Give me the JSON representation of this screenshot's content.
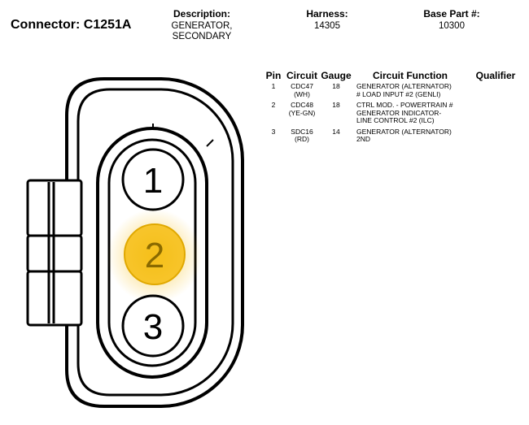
{
  "connector": {
    "title": "Connector: C1251A"
  },
  "header": {
    "description_label": "Description:",
    "description_line1": "GENERATOR,",
    "description_line2": "SECONDARY",
    "harness_label": "Harness:",
    "harness_value": "14305",
    "base_part_label": "Base Part #:",
    "base_part_value": "10300"
  },
  "table": {
    "columns": [
      "Pin",
      "Circuit",
      "Gauge",
      "Circuit Function",
      "Qualifier"
    ],
    "rows": [
      {
        "pin": "1",
        "circuit_code": "CDC47",
        "circuit_color": "(WH)",
        "gauge": "18",
        "function_line1": "GENERATOR (ALTERNATOR)",
        "function_line2": "# LOAD INPUT #2 (GENLI)",
        "qualifier": ""
      },
      {
        "pin": "2",
        "circuit_code": "CDC48",
        "circuit_color": "(YE-GN)",
        "gauge": "18",
        "function_line1": "CTRL MOD. - POWERTRAIN #",
        "function_line2": "GENERATOR INDICATOR-",
        "function_line3": "LINE CONTROL #2 (ILC)",
        "qualifier": ""
      },
      {
        "pin": "3",
        "circuit_code": "SDC16",
        "circuit_color": "(RD)",
        "gauge": "14",
        "function_line1": "GENERATOR (ALTERNATOR)",
        "function_line2": "2ND",
        "qualifier": ""
      }
    ]
  },
  "diagram": {
    "pin_labels": [
      "1",
      "2",
      "3"
    ],
    "highlighted_pin": "2",
    "highlight_color": "#f5b800"
  }
}
